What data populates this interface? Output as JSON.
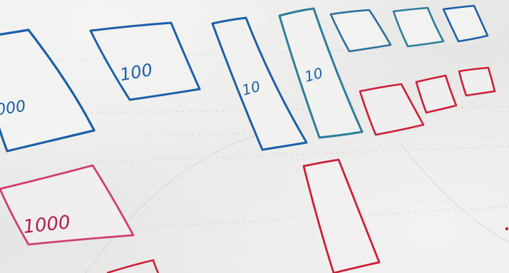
{
  "colors": {
    "paper": "#ecebea",
    "blue_ink": "#1d5fa8",
    "teal_ink": "#2e7d9b",
    "red_ink": "#cc1f3a",
    "pink_ink": "#cf3f6c"
  },
  "labels": {
    "thousand_blue": "000",
    "hundred_blue": "100",
    "ten_a": "10",
    "ten_b": "10",
    "thousand_pink": "1000"
  }
}
